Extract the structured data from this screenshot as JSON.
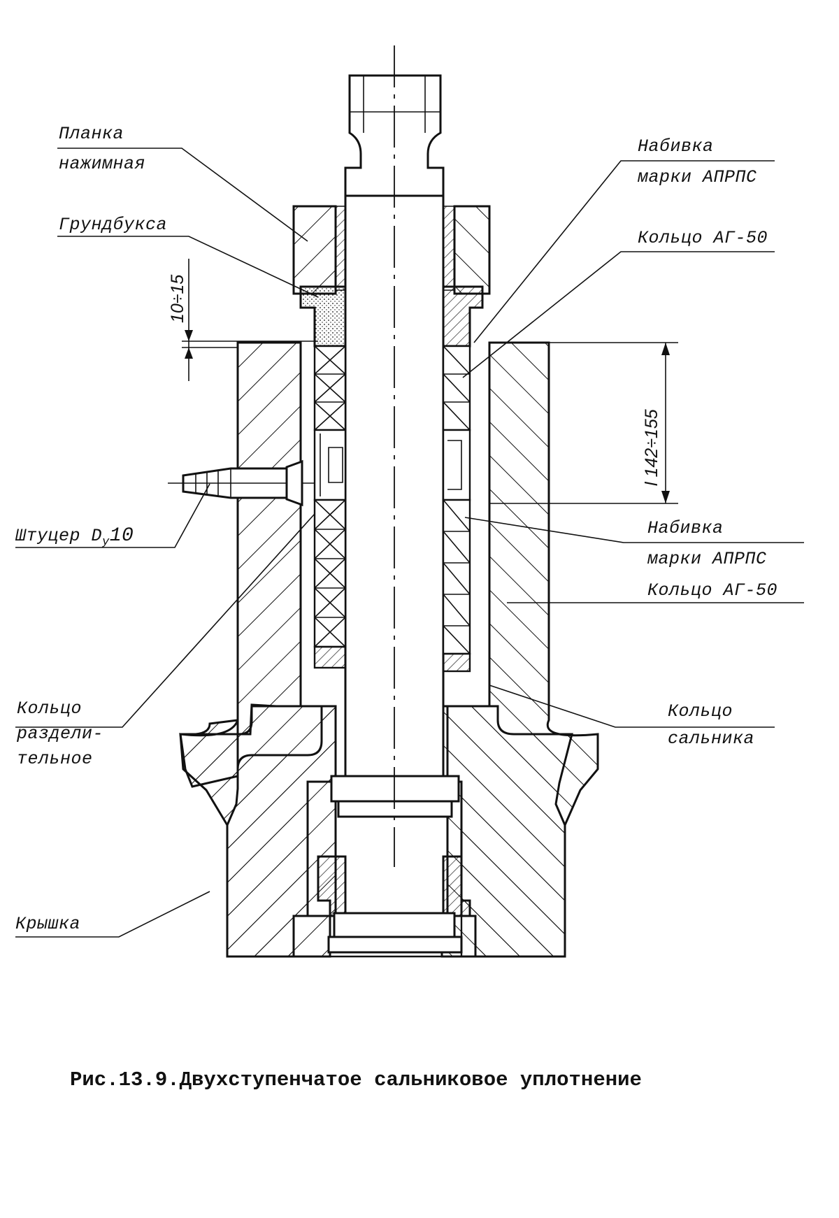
{
  "figure": {
    "caption": "Рис.13.9.Двухступенчатое сальниковое уплотнение"
  },
  "labels": {
    "gland_plate_1": "Планка",
    "gland_plate_2": "нажимная",
    "grundbuksa": "Грундбукса",
    "packing_top_1": "Набивка",
    "packing_top_2": "марки АПРПС",
    "ring_top": "Кольцо АГ-50",
    "fitting": "Штуцер D",
    "fitting_sub": "у",
    "fitting_num": "10",
    "packing_bot_1": "Набивка",
    "packing_bot_2": "марки АПРПС",
    "ring_bot": "Кольцо АГ-50",
    "sep_ring_1": "Кольцо",
    "sep_ring_2": "раздели-",
    "sep_ring_3": "тельное",
    "gland_ring_1": "Кольцо",
    "gland_ring_2": "сальника",
    "cover": "Крышка"
  },
  "dimensions": {
    "gap": "10÷15",
    "depth": "l 142÷155"
  }
}
